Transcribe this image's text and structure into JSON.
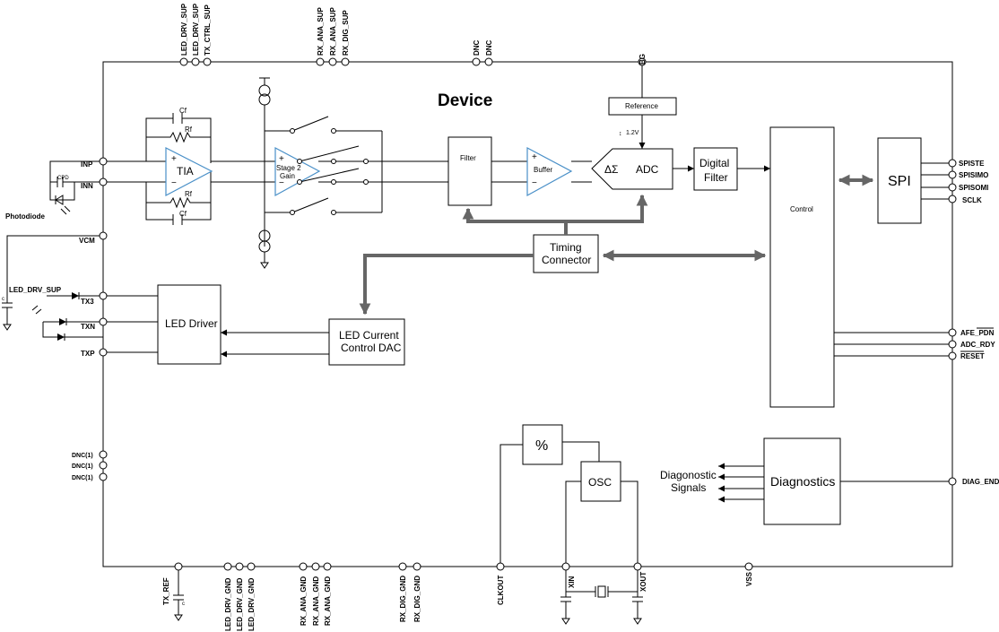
{
  "device": {
    "title": "Device"
  },
  "blocks": {
    "tia": "TIA",
    "stage2_line1": "Stage 2",
    "stage2_line2": "Gain",
    "filter": "Filter",
    "buffer": "Buffer",
    "delta_sigma": "ΔΣ",
    "adc": "ADC",
    "digital_filter_line1": "Digital",
    "digital_filter_line2": "Filter",
    "reference": "Reference",
    "ref_voltage": "1.2V",
    "control": "Control",
    "spi": "SPI",
    "timing_line1": "Timing",
    "timing_line2": "Connector",
    "led_driver": "LED Driver",
    "led_dac_line1": "LED Current",
    "led_dac_line2": "Control DAC",
    "percent": "%",
    "osc": "OSC",
    "diagnostics": "Diagnostics",
    "diag_signals_line1": "Diagonostic",
    "diag_signals_line2": "Signals"
  },
  "components": {
    "cf": "Cf",
    "rf": "Rf",
    "cpd": "CPD",
    "photodiode": "Photodiode",
    "c_label": "c",
    "led_drv_sup_ext": "LED_DRV_SUP"
  },
  "pins": {
    "top": [
      "LED_DRV_SUP",
      "LED_DRV_SUP",
      "TX_CTRL_SUP",
      "RX_ANA_SUP",
      "RX_ANA_SUP",
      "RX_DIG_SUP",
      "DNC",
      "DNC",
      "BG"
    ],
    "left": [
      "INP",
      "INN",
      "VCM",
      "TX3",
      "TXN",
      "TXP"
    ],
    "left_dnc": [
      "DNC(1)",
      "DNC(1)",
      "DNC(1)"
    ],
    "right": [
      "SPISTE",
      "SPISIMO",
      "SPISOMI",
      "SCLK",
      "AFE_PDN",
      "ADC_RDY",
      "RESET",
      "DIAG_END"
    ],
    "bottom": [
      "TX_REF",
      "LED_DRV_GND",
      "LED_DRV_GND",
      "LED_DRV_GND",
      "RX_ANA_GND",
      "RX_ANA_GND",
      "RX_ANA_GND",
      "RX_DIG_GND",
      "RX_DIG_GND",
      "CLKOUT",
      "XIN",
      "XOUT",
      "VSS"
    ]
  }
}
